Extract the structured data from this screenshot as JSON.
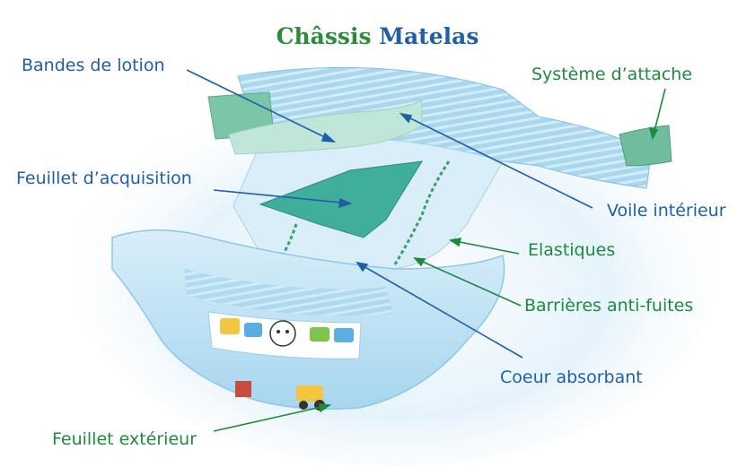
{
  "title": {
    "part1": "Châssis",
    "part2": "Matelas"
  },
  "labels": {
    "lotion": "Bandes de lotion",
    "attache": "Système d’attache",
    "acquisition": "Feuillet d’acquisition",
    "voile": "Voile intérieur",
    "elastiques": "Elastiques",
    "barrieres": "Barrières anti-fuites",
    "coeur": "Coeur absorbant",
    "exterieur": "Feuillet extérieur"
  },
  "colors": {
    "blue": "#1f5fa8",
    "green": "#1e8a3c"
  }
}
